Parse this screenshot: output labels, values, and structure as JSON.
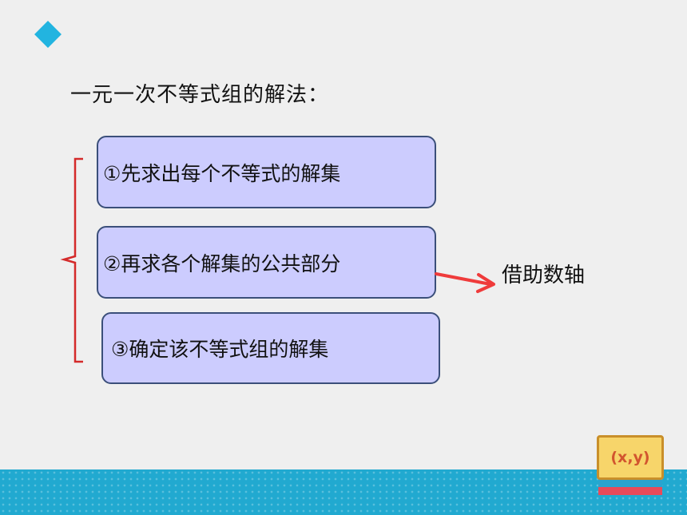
{
  "heading": "一元一次不等式组的解法：",
  "steps": [
    "①先求出每个不等式的解集",
    "②再求各个解集的公共部分",
    "③确定该不等式组的解集"
  ],
  "side_note": "借助数轴",
  "badge": {
    "text": "(x,y)"
  },
  "colors": {
    "accent": "#22b4e0",
    "box_fill": "#ccccfe",
    "box_border": "#3b4f7a",
    "bracket": "#d42a2a",
    "arrow": "#ef3b3b",
    "band": "#21a9d0"
  },
  "icons": [
    "diamond-bullet-icon",
    "right-arrow-icon",
    "coordinate-badge-icon"
  ]
}
